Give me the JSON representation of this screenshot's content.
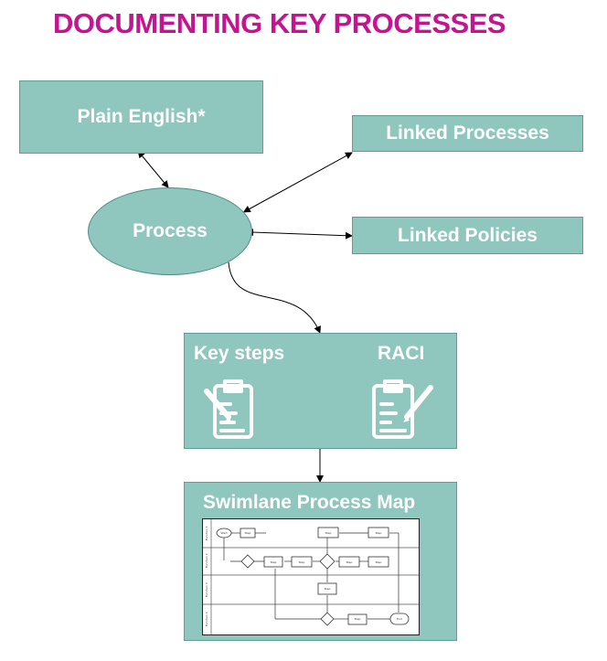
{
  "title": "DOCUMENTING KEY PROCESSES",
  "nodes": {
    "plain_english": "Plain English*",
    "process": "Process",
    "linked_processes": "Linked Processes",
    "linked_policies": "Linked Policies",
    "key_steps": "Key steps",
    "raci": "RACI",
    "swimlane": "Swimlane Process Map"
  },
  "icons": {
    "key_steps": "clipboard-pencil-icon",
    "raci": "clipboard-pencil-icon"
  },
  "swimlane_map": {
    "step_label": "Step",
    "start_label": "Start",
    "end_label": "End"
  },
  "colors": {
    "title": "#C4148F",
    "box_fill": "#8FC6BE",
    "text": "#FFFFFF"
  }
}
